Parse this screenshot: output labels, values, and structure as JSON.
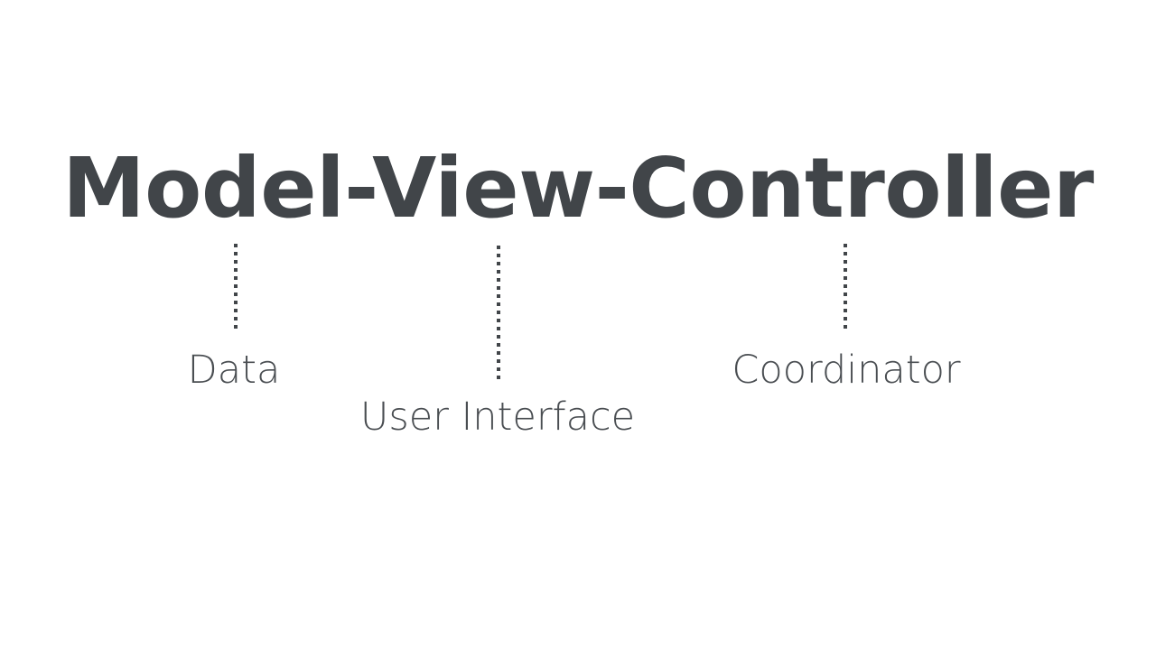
{
  "slide": {
    "background_color": "#ffffff",
    "title": "Model-View-Controller",
    "title_color": "#414549",
    "label_color": "#4a4e52",
    "connector_color": "#414549",
    "components": [
      {
        "term": "Model",
        "label": "Data",
        "connector": "dotted-vertical-line"
      },
      {
        "term": "View",
        "label": "User Interface",
        "connector": "dotted-vertical-line"
      },
      {
        "term": "Controller",
        "label": "Coordinator",
        "connector": "dotted-vertical-line"
      }
    ]
  }
}
